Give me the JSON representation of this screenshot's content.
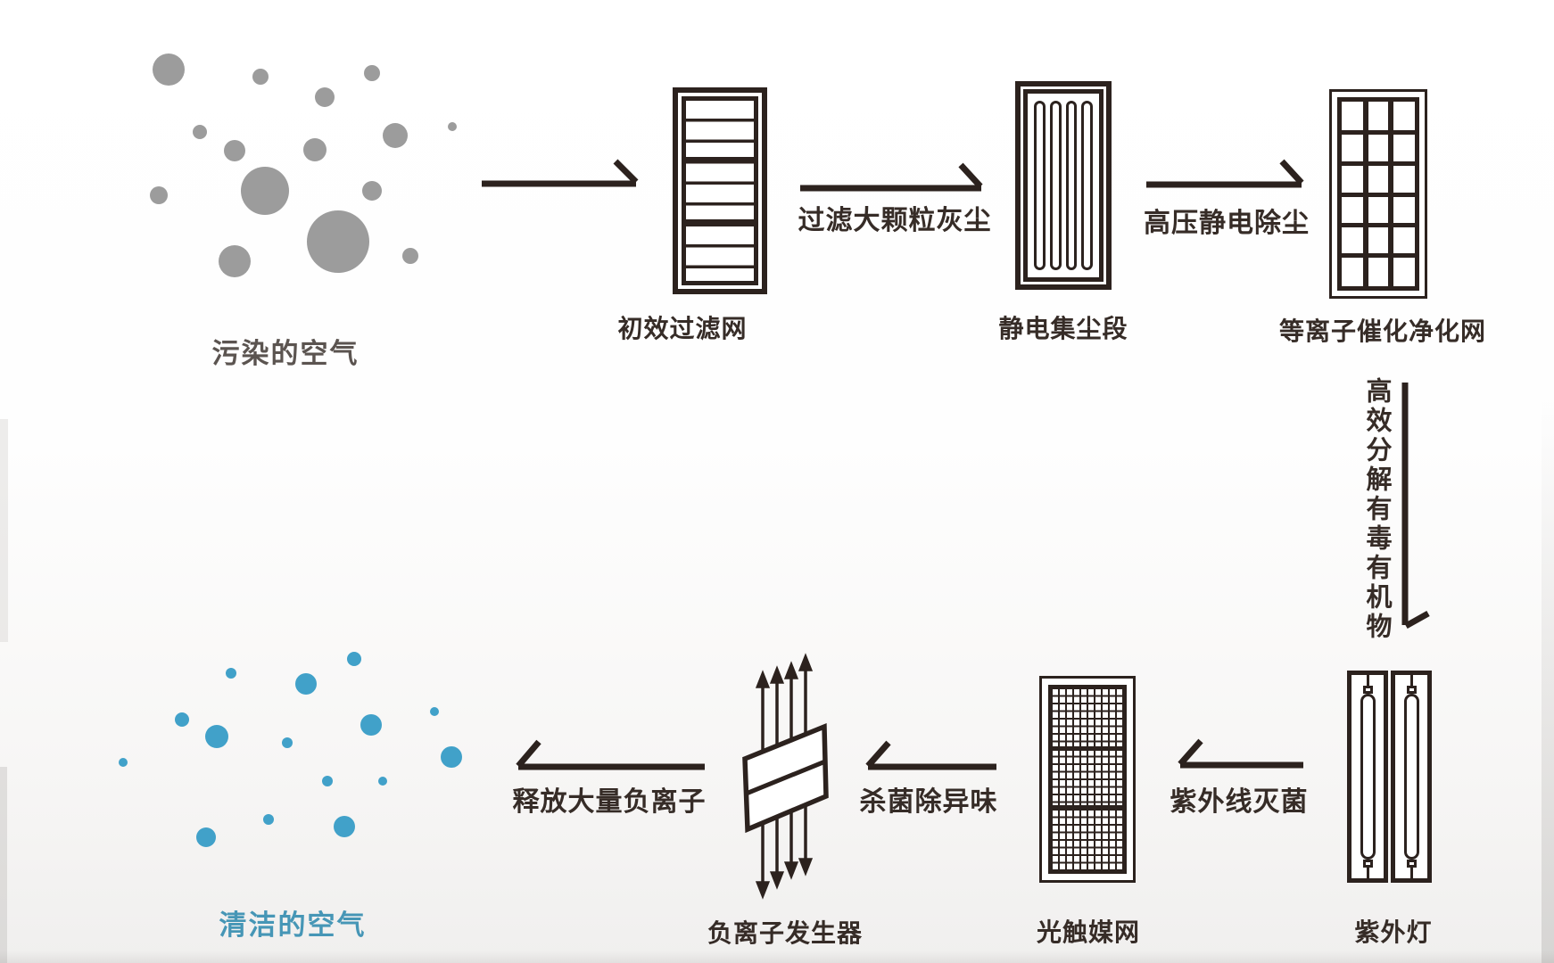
{
  "diagram_title": "air-purification-process",
  "colors": {
    "ink": "#2c221e",
    "label_ink": "#362c27",
    "polluted_label": "#5b5450",
    "clean_label": "#4696b6",
    "polluted_dot": "#9c9c9c",
    "clean_dot": "#41a1c9",
    "background": "#ffffff"
  },
  "flow": {
    "source": {
      "label": "污染的空气"
    },
    "result": {
      "label": "清洁的空气"
    },
    "devices": [
      {
        "name": "primary-filter",
        "label": "初效过滤网"
      },
      {
        "name": "electrostatic-dust-collector",
        "label": "静电集尘段"
      },
      {
        "name": "plasma-catalytic-net",
        "label": "等离子催化净化网"
      },
      {
        "name": "uv-lamp",
        "label": "紫外灯"
      },
      {
        "name": "photocatalyst-net",
        "label": "光触媒网"
      },
      {
        "name": "anion-generator",
        "label": "负离子发生器"
      }
    ],
    "steps": [
      {
        "name": "filter-large-dust",
        "label": "过滤大颗粒灰尘"
      },
      {
        "name": "high-voltage-electrostatic-removal",
        "label": "高压静电除尘"
      },
      {
        "name": "decompose-toxic-organics",
        "label": "高效分解有毒有机物"
      },
      {
        "name": "uv-sterilize",
        "label": "紫外线灭菌"
      },
      {
        "name": "kill-germs-remove-odor",
        "label": "杀菌除异味"
      },
      {
        "name": "release-anions",
        "label": "释放大量负离子"
      }
    ]
  },
  "illustrations": {
    "polluted_air": {
      "color": "#9c9c9c",
      "dots": [
        [
          189,
          78,
          18
        ],
        [
          292,
          86,
          9
        ],
        [
          417,
          82,
          9
        ],
        [
          364,
          109,
          11
        ],
        [
          224,
          148,
          8
        ],
        [
          443,
          152,
          14
        ],
        [
          507,
          142,
          5
        ],
        [
          263,
          169,
          12
        ],
        [
          353,
          168,
          13
        ],
        [
          178,
          219,
          10
        ],
        [
          297,
          214,
          27
        ],
        [
          417,
          214,
          11
        ],
        [
          379,
          271,
          35
        ],
        [
          263,
          293,
          18
        ],
        [
          460,
          287,
          9
        ]
      ]
    },
    "clean_air": {
      "color": "#41a1c9",
      "dots": [
        [
          259,
          755,
          6
        ],
        [
          397,
          739,
          8
        ],
        [
          343,
          767,
          12
        ],
        [
          204,
          807,
          8
        ],
        [
          243,
          826,
          13
        ],
        [
          138,
          855,
          5
        ],
        [
          322,
          833,
          6
        ],
        [
          416,
          813,
          12
        ],
        [
          487,
          798,
          5
        ],
        [
          506,
          849,
          12
        ],
        [
          367,
          876,
          6
        ],
        [
          429,
          876,
          5
        ],
        [
          301,
          919,
          6
        ],
        [
          231,
          939,
          11
        ],
        [
          386,
          927,
          12
        ]
      ]
    }
  }
}
